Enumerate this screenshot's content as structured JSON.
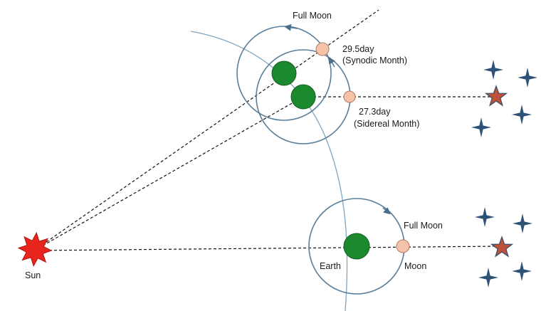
{
  "labels": {
    "full_moon_top": "Full Moon",
    "synodic_days": "29.5day",
    "synodic_name": "(Synodic Month)",
    "sidereal_days": "27.3day",
    "sidereal_name": "(Sidereal Month)",
    "full_moon_bottom": "Full Moon",
    "sun": "Sun",
    "earth": "Earth",
    "moon": "Moon"
  },
  "colors": {
    "earth": "#1b8a2e",
    "moon": "#f6c3a9",
    "sun": "#e8261e",
    "orbit": "#5a7f9a",
    "distant_star": "#c0503a",
    "small_star": "#2e5277"
  }
}
